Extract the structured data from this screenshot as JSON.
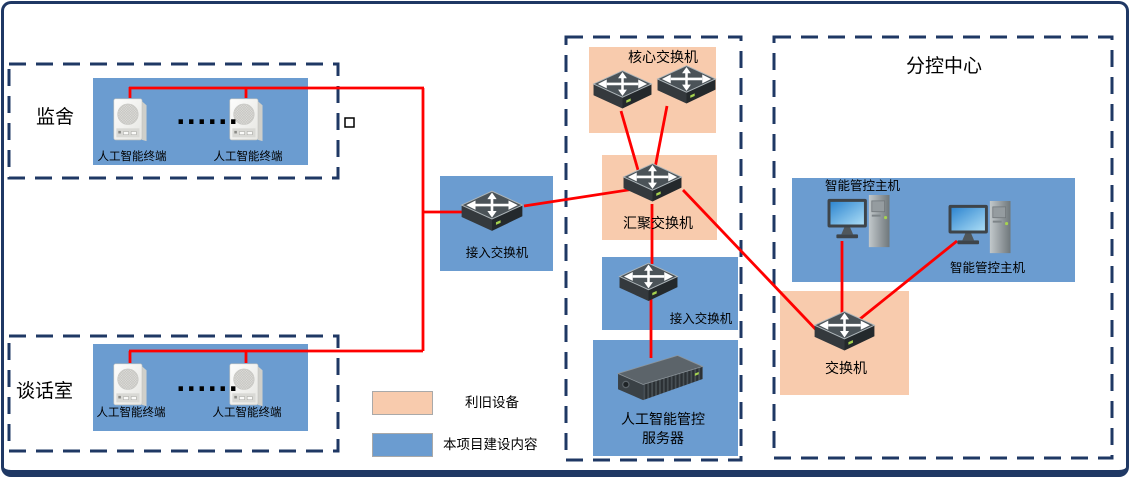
{
  "diagram": {
    "regions": {
      "jail_cell": {
        "label": "监舍"
      },
      "interview_room": {
        "label": "谈话室"
      },
      "sub_control_center": {
        "label": "分控中心"
      }
    },
    "labels": {
      "ai_terminal": "人工智能终端",
      "access_switch": "接入交换机",
      "core_switch": "核心交换机",
      "aggregation_switch": "汇聚交换机",
      "ai_control_server_line1": "人工智能管控",
      "ai_control_server_line2": "服务器",
      "control_host": "智能管控主机",
      "switch": "交换机",
      "ellipsis": "......"
    },
    "legend": {
      "reused_label": "利旧设备",
      "new_label": "本项目建设内容"
    },
    "colors": {
      "reused_fill": "#f8cbad",
      "project_fill": "#6b9cd0",
      "dashed_border": "#1f3864",
      "frame_border": "#1f3864",
      "connection_line": "#ff0000"
    }
  }
}
